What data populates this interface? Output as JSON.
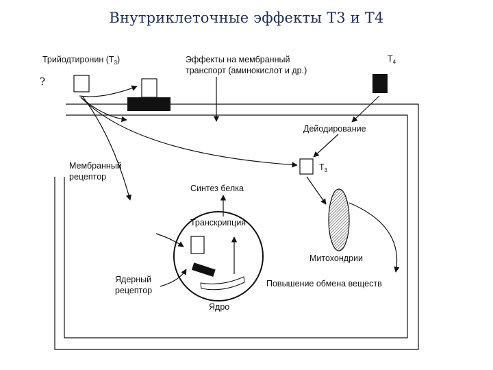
{
  "title": "Внутриклеточные эффекты Т3 и Т4",
  "labels": {
    "t3_name": "Трийодтиронин (Т",
    "t3_sub": "3",
    "t3_close": ")",
    "membrane_transport_line1": "Эффекты на мембранный",
    "membrane_transport_line2": "транспорт (аминокислот и др.)",
    "t4": "Т",
    "t4_sub": "4",
    "question": "?",
    "deiodination": "Дейодирование",
    "membrane_receptor_line1": "Мембранный",
    "membrane_receptor_line2": "рецептор",
    "t3_inner": "Т",
    "t3_inner_sub": "3",
    "protein_synthesis": "Синтез белка",
    "transcription": "Транскрипция",
    "mitochondria": "Митохондрии",
    "nuclear_receptor_line1": "Ядерный",
    "nuclear_receptor_line2": "рецептор",
    "metabolism_increase": "Повышение обмена веществ",
    "nucleus": "Ядро"
  },
  "colors": {
    "title": "#1f2d57",
    "ink": "#111111"
  }
}
